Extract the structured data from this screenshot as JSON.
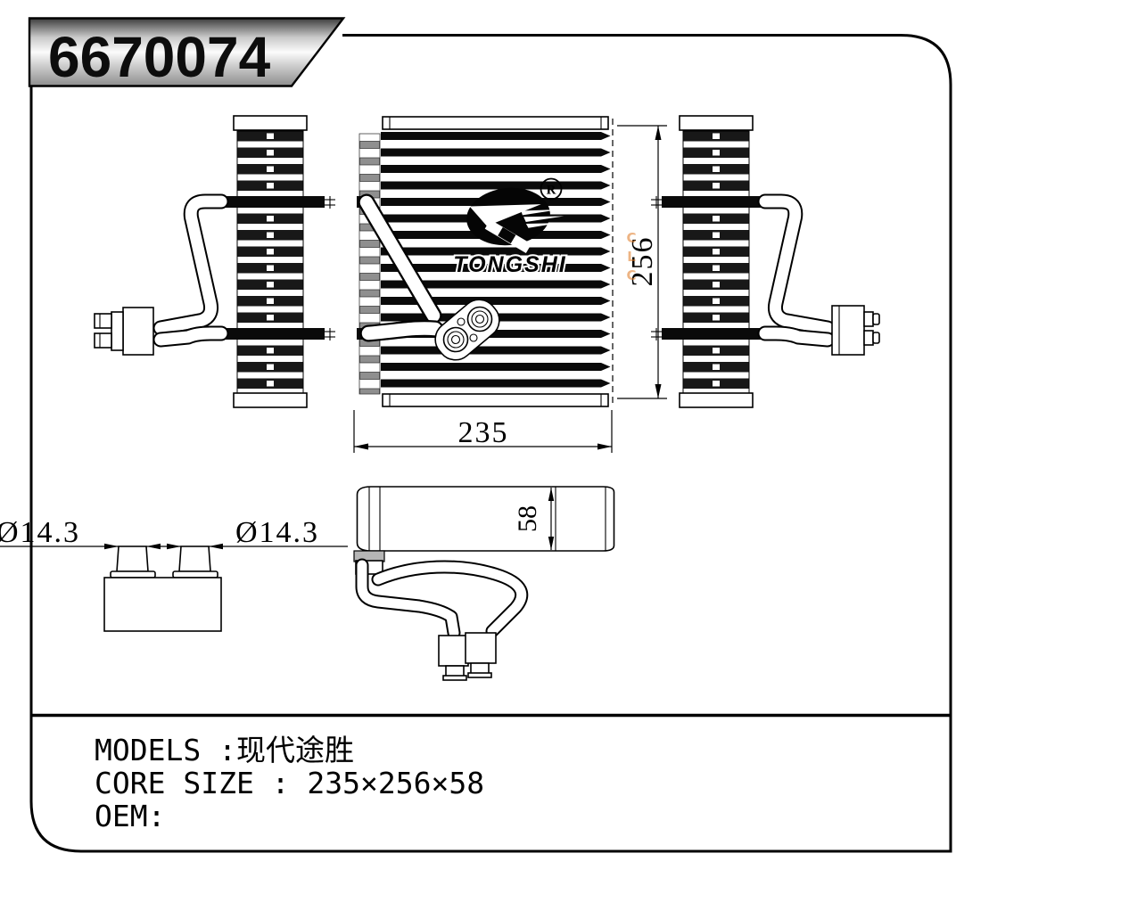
{
  "banner": {
    "part_number": "6670074"
  },
  "logo": {
    "brand": "TONGSHI",
    "registered_mark": "R"
  },
  "dimensions": {
    "core_height": "256",
    "core_width": "235",
    "core_depth": "58",
    "port_diameter_left": "Ø14.3",
    "port_diameter_right": "Ø14.3"
  },
  "info": {
    "models_line": "MODELS :现代途胜",
    "core_size_line": "CORE SIZE : 235×256×58",
    "oem_line": "OEM:"
  },
  "watermark": {
    "letters": "CLC"
  },
  "colors": {
    "line": "#000000",
    "fin_dark": "#181818",
    "fin_gray": "#8f8f8f",
    "watermark": "#e07820"
  }
}
